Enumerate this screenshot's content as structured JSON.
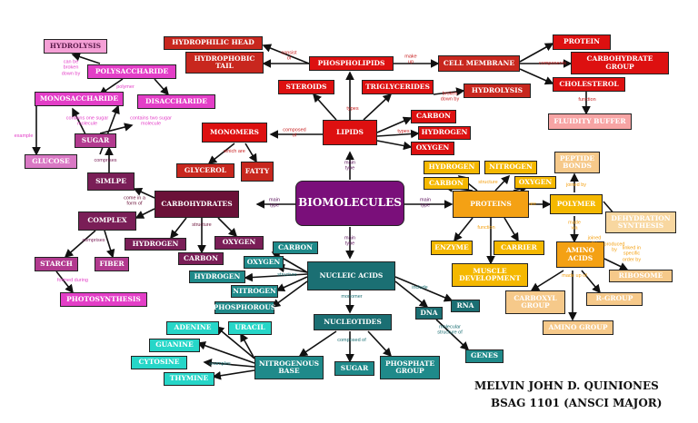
{
  "colors": {
    "red": "#dd1010",
    "pink": "#e33ec7",
    "teal": "#1b6f73",
    "cyan": "#26d6c8",
    "gold": "#f5b800",
    "purple": "#7a0f7a"
  },
  "nodes": {
    "biomolecules": "BIOMOLECULES",
    "lipids": "LIPIDS",
    "monomers": "MONOMERS",
    "glycerol": "GLYCEROL",
    "fatty": "FATTY",
    "phospholipids": "PHOSPHOLIPIDS",
    "hydrophilic_head": "HYDROPHILIC HEAD",
    "hydrophobic_tail": "HYDROPHOBIC TAIL",
    "cell_membrane": "CELL MEMBRANE",
    "protein": "PROTEIN",
    "carbohydrate_group": "CARBOHYDRATE GROUP",
    "cholesterol": "CHOLESTEROL",
    "fluidity_buffer": "FLUIDITY BUFFER",
    "steroids": "STEROIDS",
    "triglycerides": "TRIGLYCERIDES",
    "hydrolysis_tri": "HYDROLYSIS",
    "lipid_carbon": "CARBON",
    "lipid_hydrogen": "HYDROGEN",
    "lipid_oxygen": "OXYGEN",
    "carbohydrates": "CARBOHYDRATES",
    "hydrolysis_poly": "HYDROLYSIS",
    "polysaccharide": "POLYSACCHARIDE",
    "monosaccharide": "MONOSACCHARIDE",
    "disaccharide": "DISACCHARIDE",
    "sugar": "SUGAR",
    "glucose": "GLUCOSE",
    "simple": "SIMLPE",
    "complex": "COMPLEX",
    "starch": "STARCH",
    "fiber": "FIBER",
    "photosynthesis": "PHOTOSYNTHESIS",
    "carb_hydrogen": "HYDROGEN",
    "carb_carbon": "CARBON",
    "carb_oxygen": "OXYGEN",
    "proteins": "PROTEINS",
    "prot_hydrogen": "HYDROGEN",
    "prot_nitrogen": "NITROGEN",
    "prot_carbon": "CARBON",
    "prot_oxygen": "OXYGEN",
    "peptide_bonds": "PEPTIDE BONDS",
    "polymer": "POLYMER",
    "dehydration": "DEHYDRATION SYNTHESIS",
    "amino_acids": "AMINO ACIDS",
    "ribosome": "RIBOSOME",
    "carboxyl": "CARBOXYL GROUP",
    "r_group": "R-GROUP",
    "amino_group": "AMINO GROUP",
    "enzyme": "ENZYME",
    "carrier": "CARRIER",
    "muscle": "MUSCLE DEVELOPMENT",
    "nucleic_acids": "NUCLEIC ACIDS",
    "nuc_carbon": "CARBON",
    "nuc_oxygen": "OXYGEN",
    "nuc_hydrogen": "HYDROGEN",
    "nuc_nitrogen": "NITROGEN",
    "nuc_phosphorous": "PHOSPHOROUS",
    "nucleotides": "NUCLEOTIDES",
    "nitrogenous_base": "NITROGENOUS BASE",
    "sugar_nuc": "SUGAR",
    "phosphate_group": "PHOSPHATE GROUP",
    "adenine": "ADENINE",
    "uracil": "URACIL",
    "guanine": "GUANINE",
    "cytosine": "CYTOSINE",
    "thymine": "THYMINE",
    "dna": "DNA",
    "rna": "RNA",
    "genes": "GENES"
  },
  "labels": {
    "consist_of": "consist\nof",
    "make_up": "make\nup",
    "components": "components",
    "function": "function",
    "types_l": "types",
    "types_r": "types",
    "broken_down": "broken\ndown by",
    "composed_of": "composed\nof",
    "which_are": "which are",
    "main_type_lipid": "main\ntype",
    "main_type_carb": "main\ntype",
    "main_type_prot": "main\ntype",
    "main_type_nuc": "main\ntype",
    "can_be_broken": "can be\nbroken\ndown by",
    "polymer_of": "polymer",
    "one_sugar": "contains one sugar\nmolecule",
    "two_sugar": "contains two sugar\nmolecule",
    "example": "example",
    "comprises_s": "comprises",
    "come_in": "come in a\nform of",
    "comprises_c": "comprises",
    "formed_during": "formed during",
    "structure_c": "structure",
    "structure_p": "structure",
    "function_p": "function",
    "are": "are",
    "joined_by": "joined by",
    "produced_by": "produced\nby",
    "made_via": "made\nvia",
    "joined": "joined\nby",
    "linked": "linked in\nspecific\norder by",
    "made_up_of": "made up of",
    "structure_n": "structure",
    "monomer": "monomer",
    "include": "include",
    "composed_n": "composed of",
    "examples": "examples",
    "molecular": "molecular\nstructure of"
  },
  "credit": {
    "name": "MELVIN JOHN D. QUINIONES",
    "section": "BSAG 1101 (ANSCI MAJOR)"
  }
}
